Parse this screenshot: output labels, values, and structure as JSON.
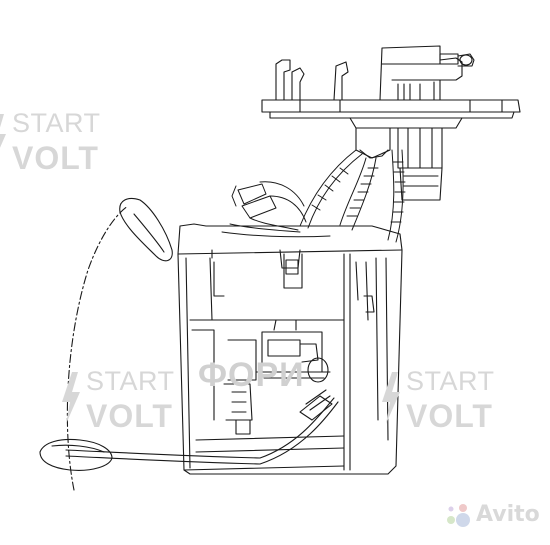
{
  "watermarks": {
    "startvolt_line1": "START",
    "startvolt_line2": "VOLT",
    "center": "ФОРИ",
    "avito": "Avito"
  },
  "colors": {
    "drawing": "#1a1a1a",
    "watermark": "#d7d7d7",
    "avito_blue": "#cfd8ea",
    "avito_green": "#d6e7c9",
    "avito_red": "#efc9c9",
    "avito_purple": "#dcd0ea"
  },
  "icons": [
    "lightning-bolt-icon",
    "avito-logo-icon"
  ]
}
